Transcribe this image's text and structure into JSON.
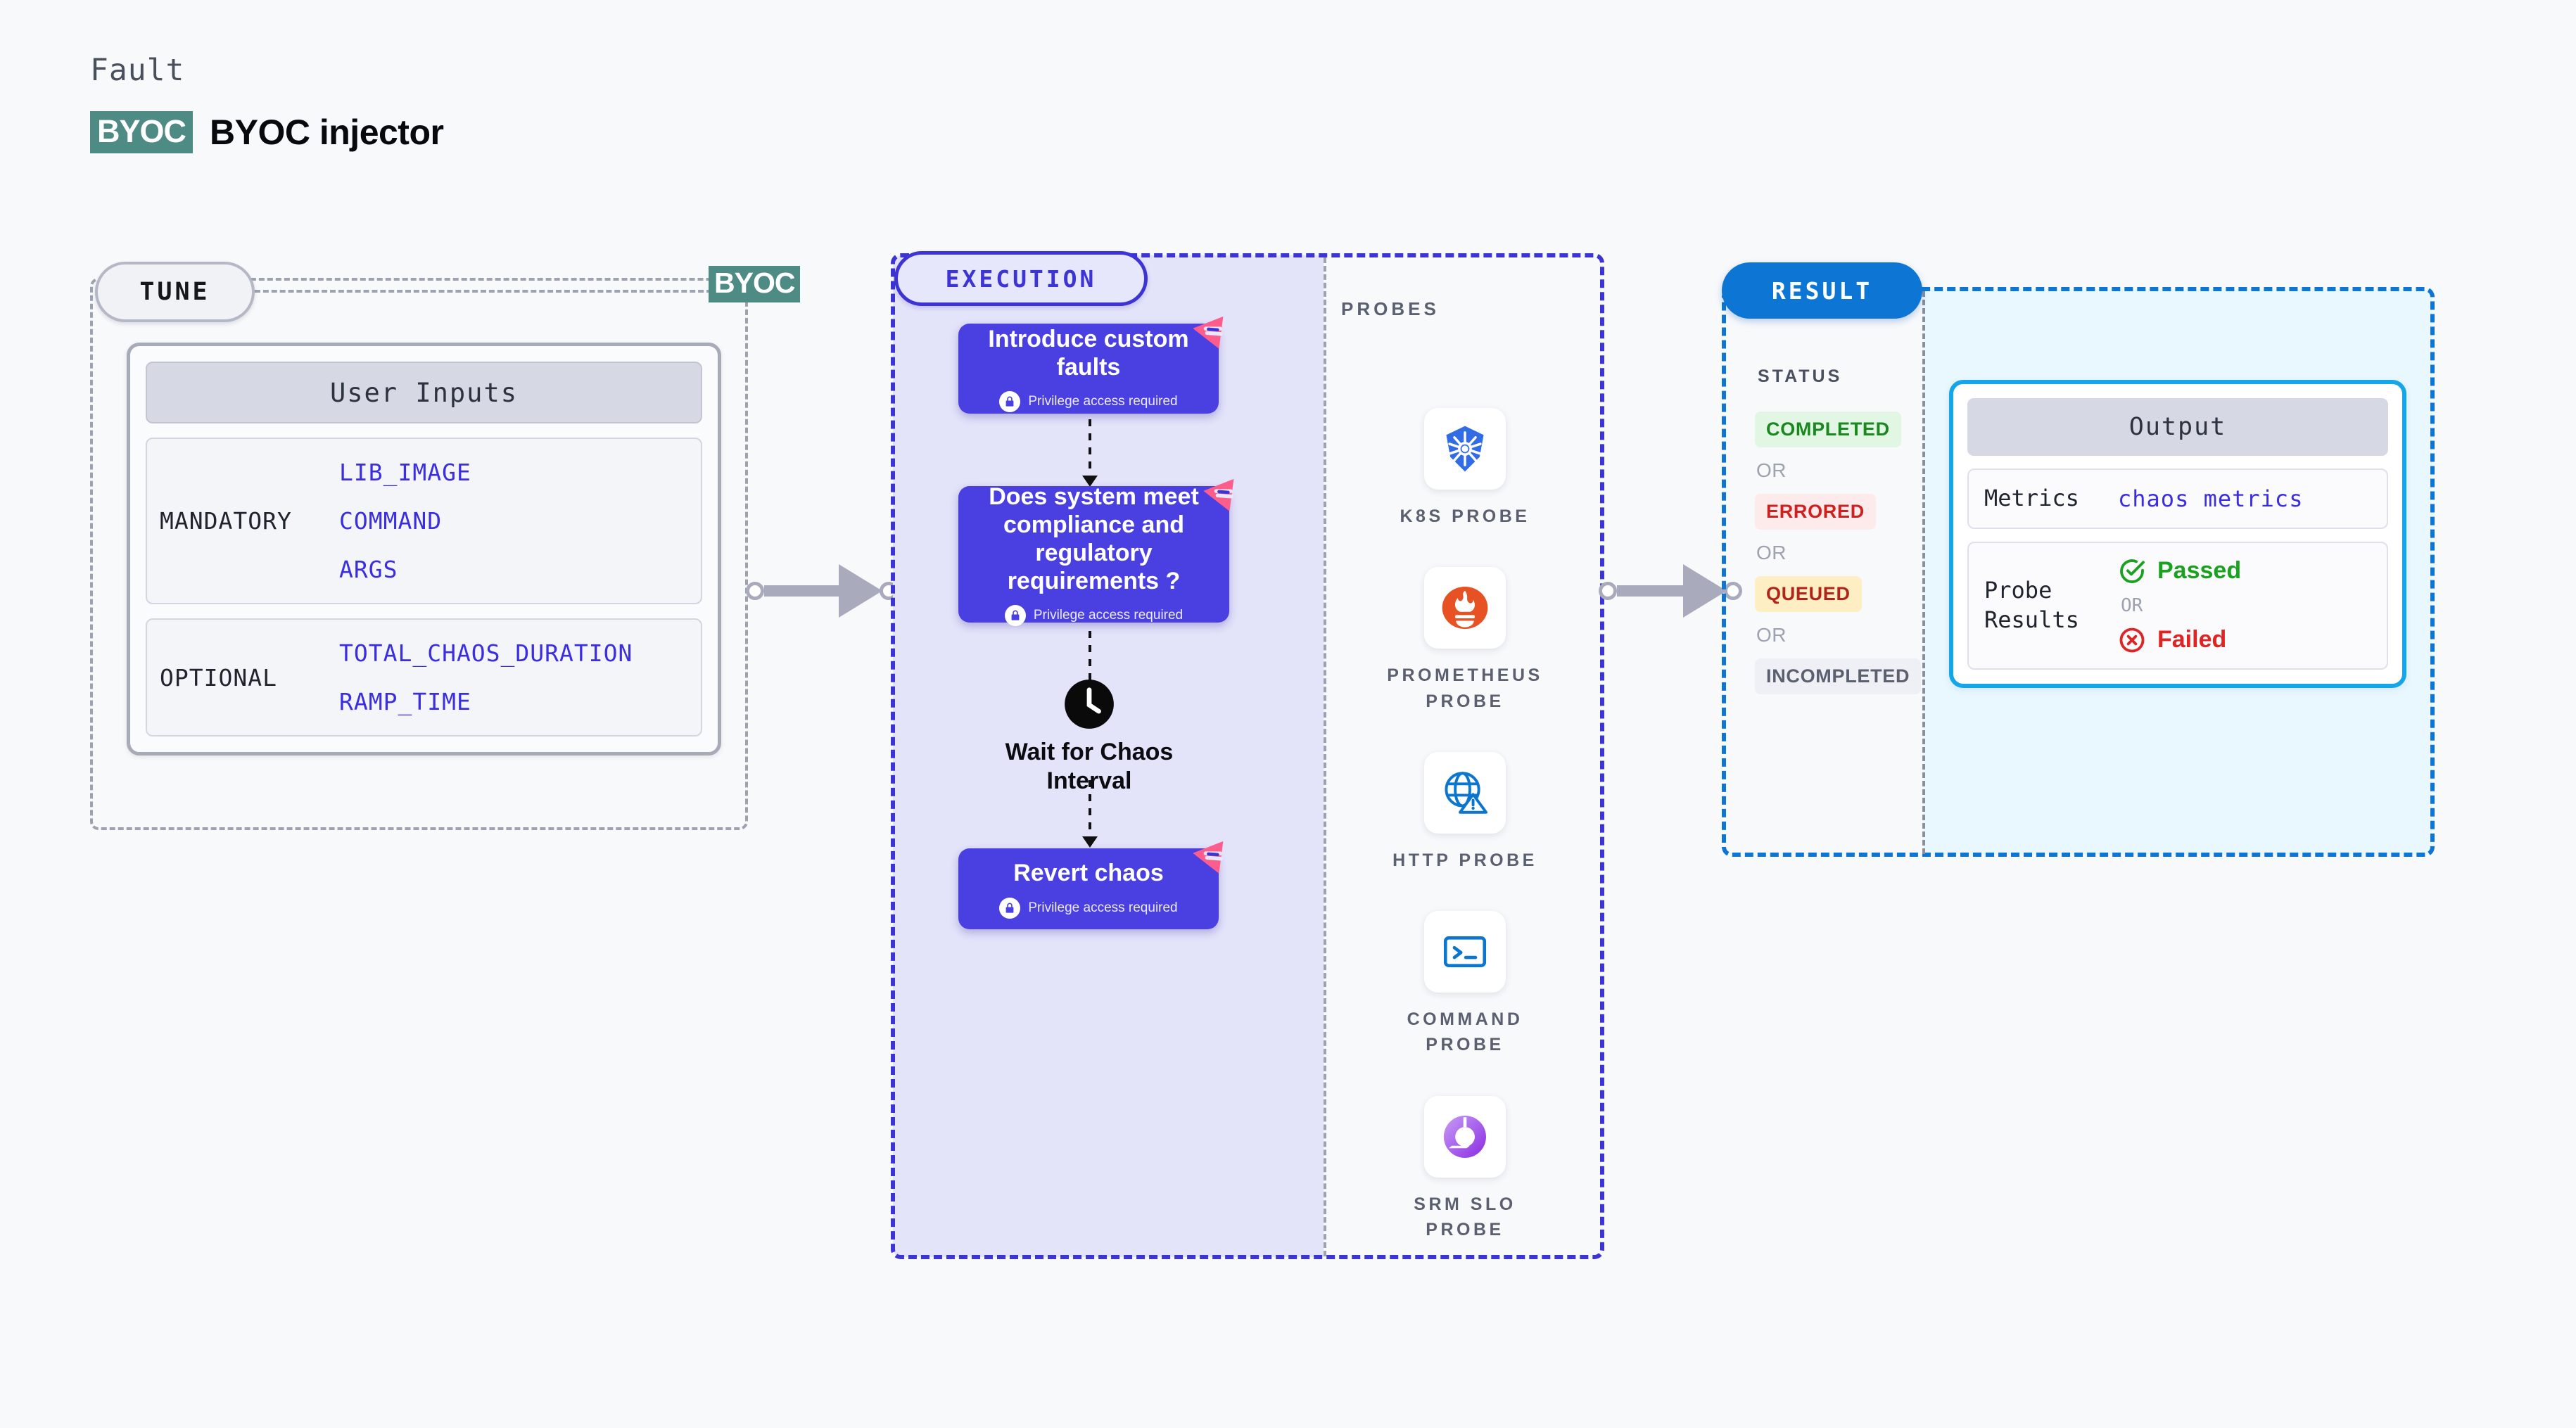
{
  "header": {
    "eyebrow": "Fault",
    "chip": "BYOC",
    "title": "BYOC injector"
  },
  "tune": {
    "pill_label": "TUNE",
    "connector_chip": "BYOC",
    "card_header": "User Inputs",
    "groups": [
      {
        "label": "MANDATORY",
        "values": [
          "LIB_IMAGE",
          "COMMAND",
          "ARGS"
        ]
      },
      {
        "label": "OPTIONAL",
        "values": [
          "TOTAL_CHAOS_DURATION",
          "RAMP_TIME"
        ]
      }
    ]
  },
  "execution": {
    "pill_label": "EXECUTION",
    "privilege_note": "Privilege access required",
    "nodes": [
      {
        "title": "Introduce custom faults",
        "privilege": true
      },
      {
        "title": "Does system meet compliance and regulatory requirements ?",
        "privilege": true
      },
      {
        "title": "Revert chaos",
        "privilege": true
      }
    ],
    "wait_node": {
      "title": "Wait for Chaos Interval",
      "icon": "clock-icon"
    }
  },
  "probes": {
    "title": "PROBES",
    "items": [
      {
        "label": "K8S PROBE",
        "icon": "kubernetes-icon"
      },
      {
        "label": "PROMETHEUS\nPROBE",
        "icon": "prometheus-icon"
      },
      {
        "label": "HTTP PROBE",
        "icon": "http-globe-warning-icon"
      },
      {
        "label": "COMMAND\nPROBE",
        "icon": "terminal-icon"
      },
      {
        "label": "SRM SLO\nPROBE",
        "icon": "srm-slo-icon"
      }
    ]
  },
  "result": {
    "pill_label": "RESULT",
    "status_title": "STATUS",
    "or_label": "OR",
    "statuses": [
      {
        "label": "COMPLETED",
        "bg": "#e2f7e3",
        "color": "#19881f"
      },
      {
        "label": "ERRORED",
        "bg": "#fdeaea",
        "color": "#cf2020"
      },
      {
        "label": "QUEUED",
        "bg": "#fdeec3",
        "color": "#b2241a"
      },
      {
        "label": "INCOMPLETED",
        "bg": "#eef0f5",
        "color": "#5b6070"
      }
    ],
    "output": {
      "header": "Output",
      "metrics_key": "Metrics",
      "metrics_value": "chaos metrics",
      "probe_results_key": "Probe Results",
      "passed_label": "Passed",
      "failed_label": "Failed",
      "or_label": "OR"
    }
  },
  "colors": {
    "brand_purple": "#4a3fe0",
    "execution_border": "#3d34d6",
    "result_blue": "#0d76d4",
    "byoc_teal": "#4e8b85",
    "fault_pink": "#fc5d8d",
    "output_cyan": "#14a6e8"
  }
}
